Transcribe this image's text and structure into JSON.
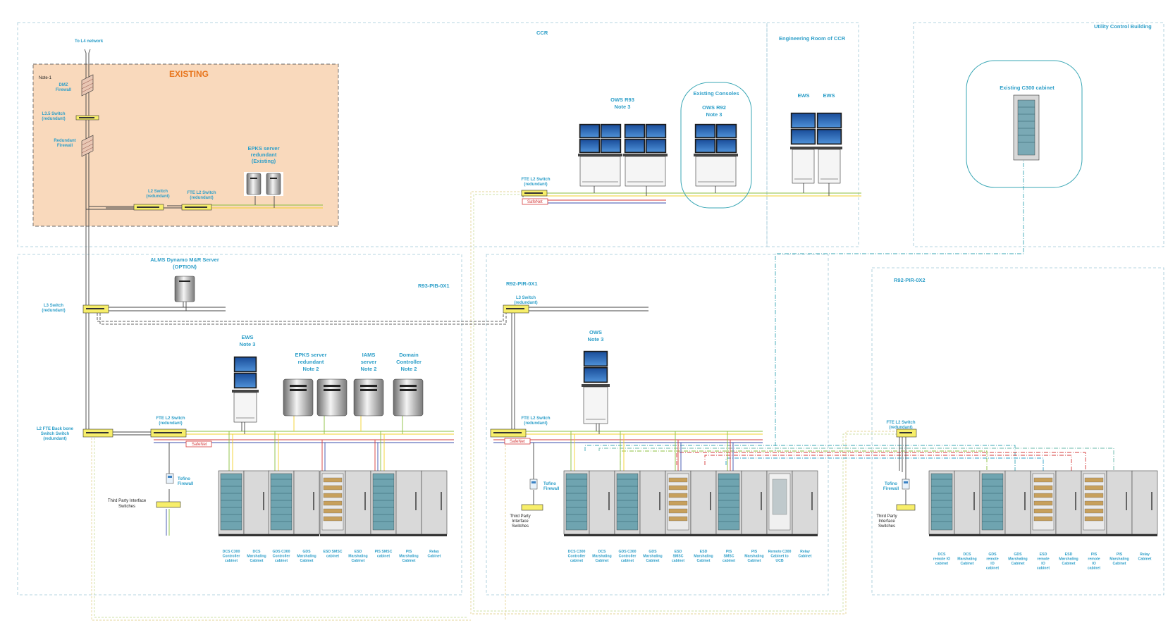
{
  "colors": {
    "zone_border": "#9ec6d6",
    "label": "#2e9fc9",
    "existing_fill": "#f9d9bc",
    "existing_border": "#666666",
    "existing_title": "#e8761e",
    "bus_yellow": "#f2d02b",
    "bus_green": "#8bbf3c",
    "bus_red": "#d43b3b",
    "bus_blue": "#3b4fae",
    "backbone": "#444444",
    "highlight": "#3aa7b5"
  },
  "top": {
    "l4_label": "To L4 network",
    "ccr_label": "CCR",
    "eng_room_label": "Engineering Room of CCR",
    "utility_label": "Utility Control Building"
  },
  "existing": {
    "title": "EXISTING",
    "note": "Note-1",
    "dmz_firewall": [
      "DMZ",
      "Firewall"
    ],
    "l35_switch": [
      "L3.5 Switch",
      "(redundant)"
    ],
    "redundant_firewall": [
      "Redundant",
      "Firewall"
    ],
    "epks_server": [
      "EPKS server",
      "redundant",
      "(Existing)"
    ],
    "l2_switch": [
      "L2 Switch",
      "(redundant)"
    ],
    "fte_l2_switch": [
      "FTE L2 Switch",
      "(redundant)"
    ]
  },
  "ccr": {
    "ows_r93": [
      "OWS R93",
      "Note 3"
    ],
    "existing_consoles": "Existing Consoles",
    "ows_r92": [
      "OWS R92",
      "Note 3"
    ],
    "ews_a": "EWS",
    "ews_b": "EWS",
    "fte_switch": [
      "FTE L2 Switch",
      "(redundant)"
    ],
    "safenet": "SafeNet"
  },
  "utility": {
    "c300_cabinet": "Existing C300 cabinet"
  },
  "zone1": {
    "label": "R93-PIB-0X1",
    "alms": [
      "ALMS Dynamo M&R Server",
      "(OPTION)"
    ],
    "l3_switch": [
      "L3 Switch",
      "(redundant)"
    ],
    "ews": [
      "EWS",
      "Note 3"
    ],
    "epks": [
      "EPKS server",
      "redundant",
      "Note 2"
    ],
    "iams": [
      "IAMS",
      "server",
      "Note 2"
    ],
    "domain": [
      "Domain",
      "Controller",
      "Note 2"
    ],
    "backbone_switch": [
      "L2 FTE Back bone",
      "Switch Switch",
      "(redundant)"
    ],
    "fte_switch": [
      "FTE L2 Switch",
      "(redundant)"
    ],
    "safenet": "SafeNet",
    "tofino": [
      "Tofino",
      "Firewall"
    ],
    "third_party": [
      "Third Party Interface",
      "Switches"
    ],
    "cabinets": [
      [
        "DCS C300",
        "Controller",
        "cabinet"
      ],
      [
        "DCS",
        "Marshaling",
        "Cabinet"
      ],
      [
        "GDS C300",
        "Controller",
        "cabinet"
      ],
      [
        "GDS",
        "Marshaling",
        "Cabinet"
      ],
      [
        "ESD SMSC",
        "cabinet"
      ],
      [
        "ESD",
        "Marshaling",
        "Cabinet"
      ],
      [
        "PIS SMSC",
        "cabinet"
      ],
      [
        "PIS",
        "Marshaling",
        "Cabinet"
      ],
      [
        "Relay",
        "Cabinet"
      ]
    ]
  },
  "zone2": {
    "label": "R92-PIR-0X1",
    "l3_switch": [
      "L3 Switch",
      "(redundant)"
    ],
    "ows": [
      "OWS",
      "Note 3"
    ],
    "fte_switch": [
      "FTE L2 Switch",
      "(redundant)"
    ],
    "safenet": "SafeNet",
    "tofino": [
      "Tofino",
      "Firewall"
    ],
    "third_party": [
      "Third Party",
      "Interface",
      "Switches"
    ],
    "cabinets": [
      [
        "DCS C300",
        "Controller",
        "cabinet"
      ],
      [
        "DCS",
        "Marshaling",
        "Cabinet"
      ],
      [
        "GDS C300",
        "Controller",
        "cabinet"
      ],
      [
        "GDS",
        "Marshaling",
        "Cabinet"
      ],
      [
        "ESD",
        "SMSC",
        "cabinet"
      ],
      [
        "ESD",
        "Marshaling",
        "Cabinet"
      ],
      [
        "PIS",
        "SMSC",
        "cabinet"
      ],
      [
        "PIS",
        "Marshaling",
        "Cabinet"
      ],
      [
        "Remote C300",
        "Cabinet to",
        "UCB"
      ],
      [
        "Relay",
        "Cabinet"
      ]
    ]
  },
  "zone3": {
    "label": "R92-PIR-0X2",
    "fte_switch": [
      "FTE L2 Switch",
      "(redundant)"
    ],
    "tofino": [
      "Tofino",
      "Firewall"
    ],
    "third_party": [
      "Third Party",
      "Interface",
      "Switches"
    ],
    "cabinets": [
      [
        "DCS",
        "remote IO",
        "cabinet"
      ],
      [
        "DCS",
        "Marshaling",
        "Cabinet"
      ],
      [
        "GDS",
        "remote",
        "IO",
        "cabinet"
      ],
      [
        "GDS",
        "Marshaling",
        "Cabinet"
      ],
      [
        "ESD",
        "remote",
        "IO",
        "cabinet"
      ],
      [
        "ESD",
        "Marshaling",
        "Cabinet"
      ],
      [
        "PIS",
        "remote",
        "IO",
        "cabinet"
      ],
      [
        "PIS",
        "Marshaling",
        "Cabinet"
      ],
      [
        "Relay",
        "Cabinet"
      ]
    ]
  }
}
